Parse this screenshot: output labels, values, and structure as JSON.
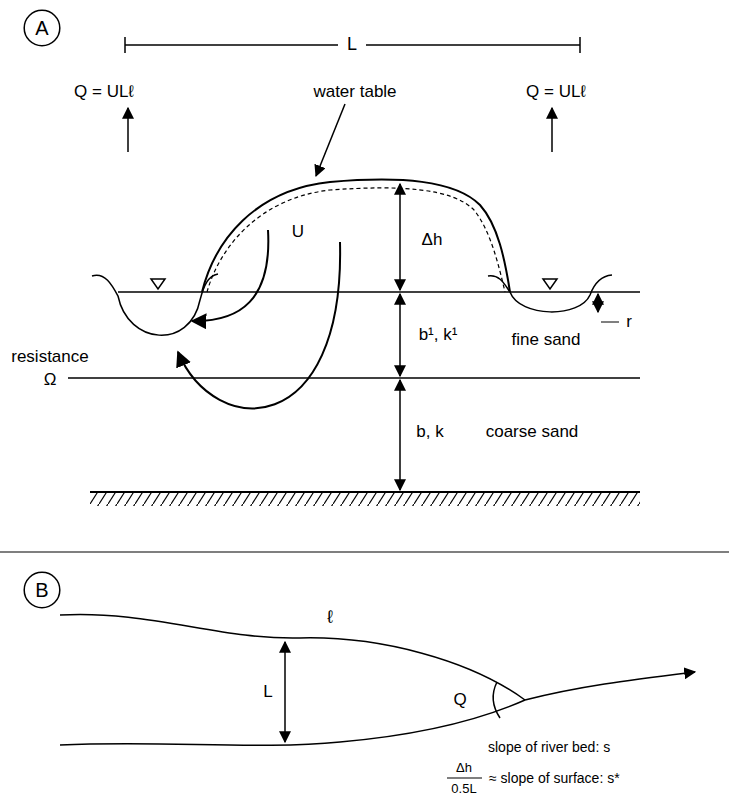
{
  "diagram": {
    "nodes": [
      {
        "text": [
          "A"
        ]
      },
      {
        "text": [
          "B"
        ]
      }
    ],
    "labels": [
      "L",
      "Q = ULℓ",
      "Q = ULℓ",
      "water table",
      "U",
      "Δh",
      "r",
      "b¹, k¹",
      "fine sand",
      "resistance",
      "Ω",
      "b, k",
      "coarse sand",
      "ℓ",
      "L",
      "Q",
      "slope of river bed: s",
      "Δh",
      "0.5L",
      "≈ slope of surface: s*"
    ]
  }
}
